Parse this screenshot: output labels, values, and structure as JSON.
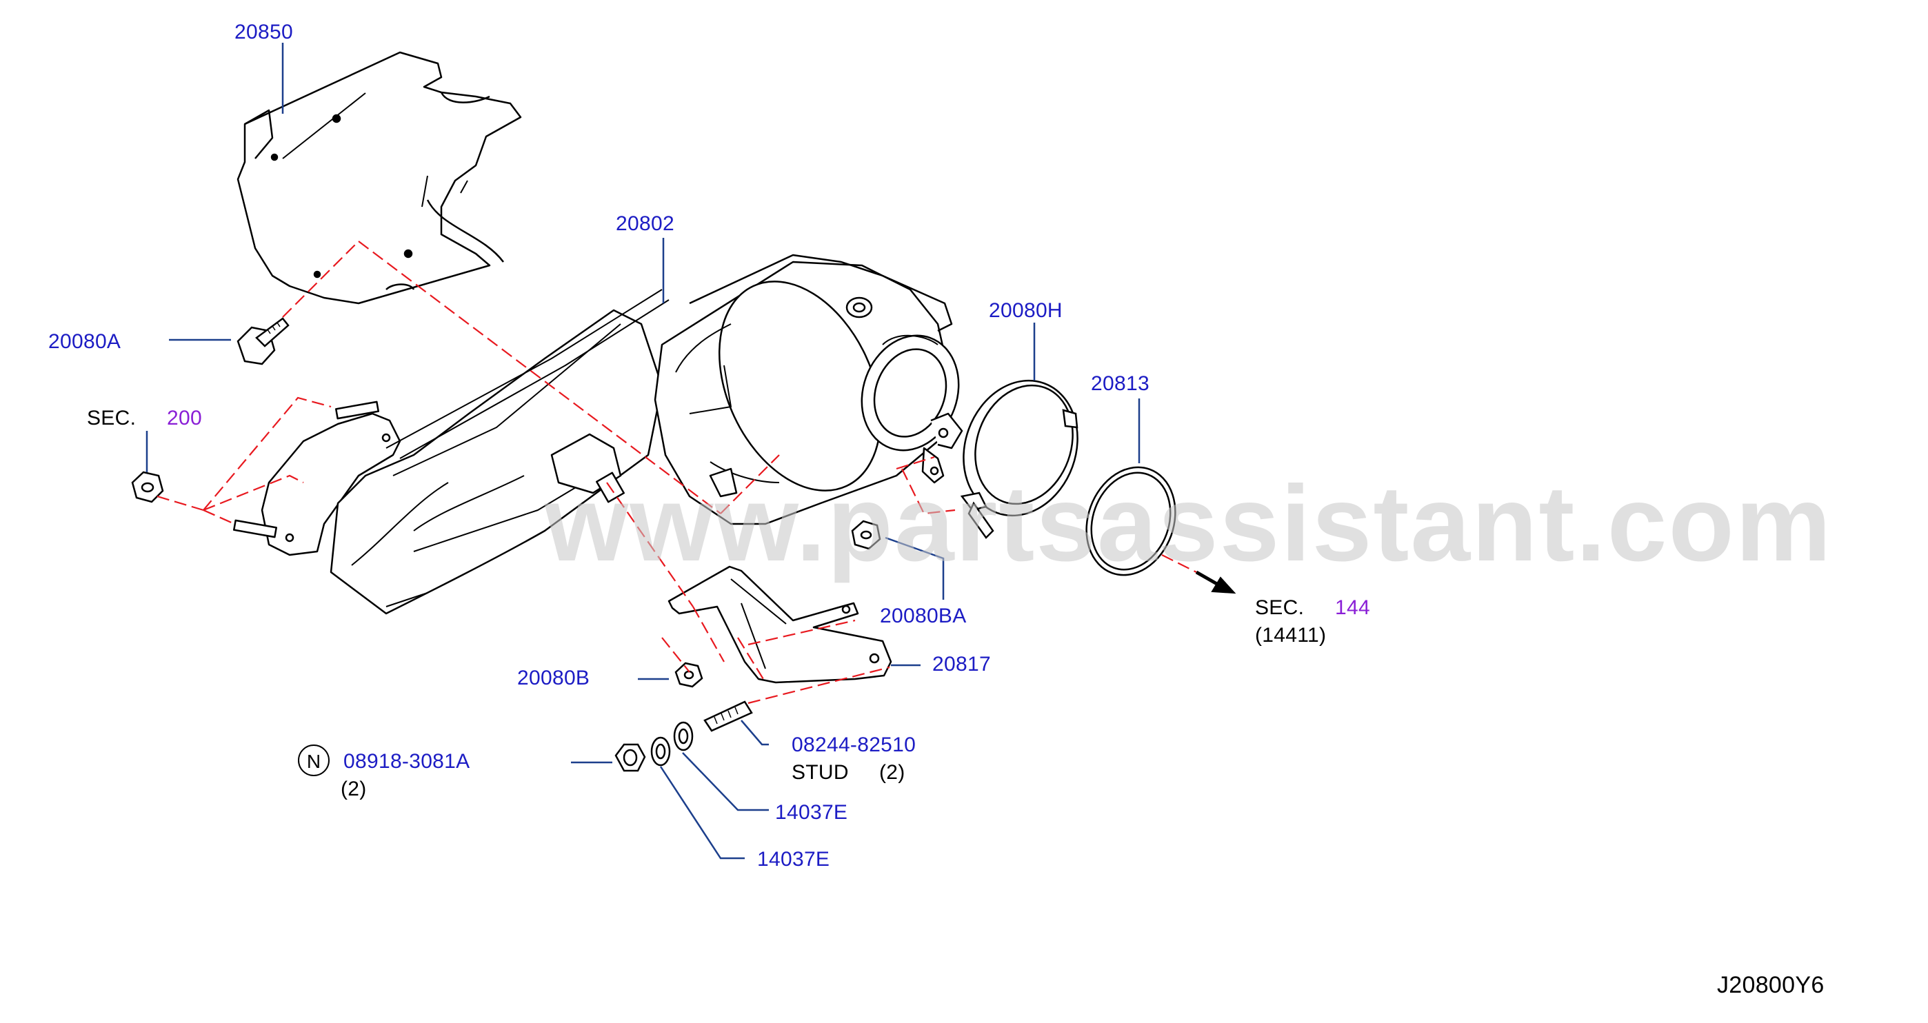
{
  "watermark": "www.partsassistant.com",
  "diagram_code": "J20800Y6",
  "callouts": {
    "shield": "20850",
    "converter": "20802",
    "bolt_a": "20080A",
    "clamp": "20080H",
    "gasket": "20813",
    "sec_label_left": "SEC.",
    "sec_num_left": "200",
    "nut_ba": "20080BA",
    "sec_label_right": "SEC.",
    "sec_num_right": "144",
    "sec_sub_right": "(14411)",
    "bracket": "20817",
    "nut_b": "20080B",
    "stud_part": "08244-82510",
    "stud_label": "STUD",
    "stud_qty": "(2)",
    "n_symbol": "N",
    "nut_n": "08918-3081A",
    "nut_n_qty": "(2)",
    "washer_1": "14037E",
    "washer_2": "14037E"
  },
  "colors": {
    "callout_text": "#1c1cc4",
    "leader_line": "#1c3f8c",
    "section_number": "#8a1fd6",
    "dashed_link": "#e8191f",
    "drawing_line": "#000000"
  }
}
